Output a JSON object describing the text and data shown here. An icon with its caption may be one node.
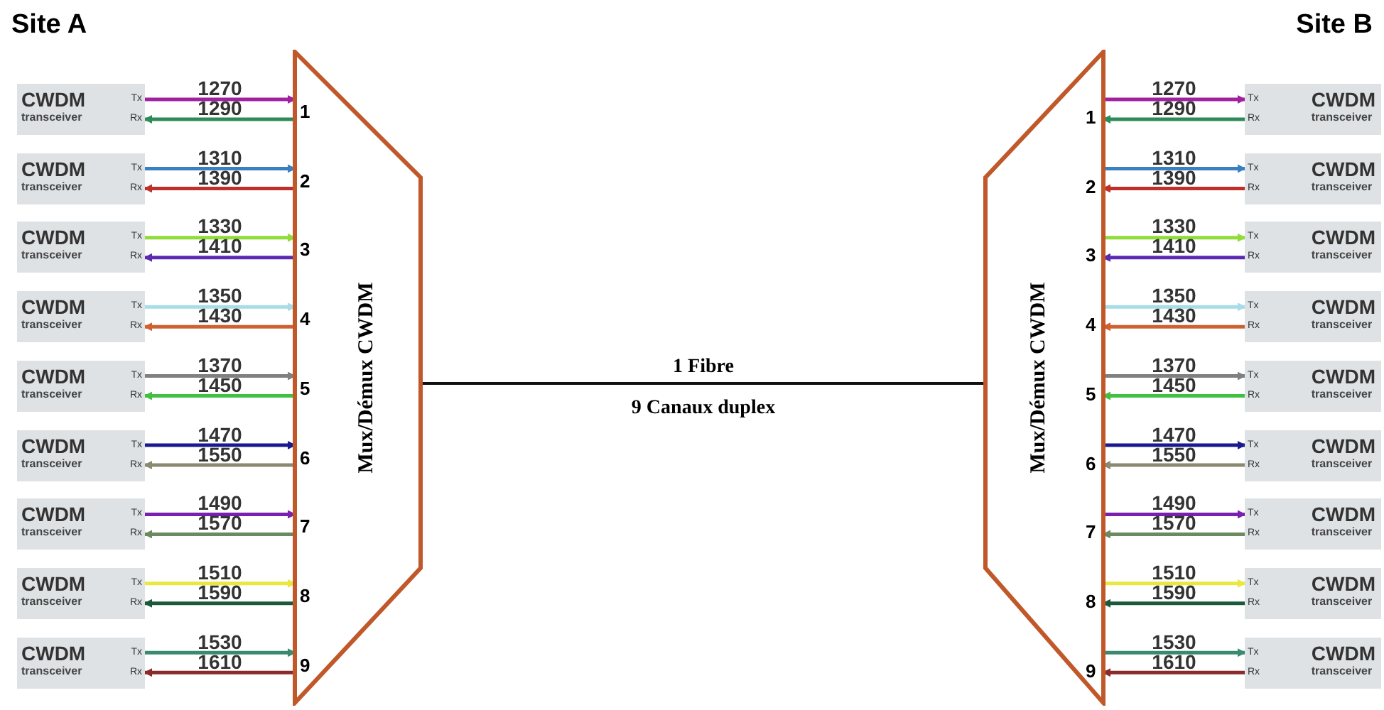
{
  "diagram": {
    "nodes": [
      {
        "text": [
          "CWDM",
          "transceiver",
          "Tx",
          "Rx"
        ]
      },
      {
        "text": [
          "CWDM",
          "transceiver",
          "Tx",
          "Rx"
        ]
      },
      {
        "text": [
          "CWDM",
          "transceiver",
          "Tx",
          "Rx"
        ]
      },
      {
        "text": [
          "CWDM",
          "transceiver",
          "Tx",
          "Rx"
        ]
      },
      {
        "text": [
          "CWDM",
          "transceiver",
          "Tx",
          "Rx"
        ]
      },
      {
        "text": [
          "CWDM",
          "transceiver",
          "Tx",
          "Rx"
        ]
      },
      {
        "text": [
          "CWDM",
          "transceiver",
          "Tx",
          "Rx"
        ]
      },
      {
        "text": [
          "CWDM",
          "transceiver",
          "Tx",
          "Rx"
        ]
      },
      {
        "text": [
          "CWDM",
          "transceiver",
          "Tx",
          "Rx"
        ]
      },
      {
        "text": [
          "Mux/Démux CWDM"
        ]
      },
      {
        "text": [
          "Mux/Démux CWDM"
        ]
      },
      {
        "text": [
          "CWDM",
          "transceiver",
          "Tx",
          "Rx"
        ]
      },
      {
        "text": [
          "CWDM",
          "transceiver",
          "Tx",
          "Rx"
        ]
      },
      {
        "text": [
          "CWDM",
          "transceiver",
          "Tx",
          "Rx"
        ]
      },
      {
        "text": [
          "CWDM",
          "transceiver",
          "Tx",
          "Rx"
        ]
      },
      {
        "text": [
          "CWDM",
          "transceiver",
          "Tx",
          "Rx"
        ]
      },
      {
        "text": [
          "CWDM",
          "transceiver",
          "Tx",
          "Rx"
        ]
      },
      {
        "text": [
          "CWDM",
          "transceiver",
          "Tx",
          "Rx"
        ]
      },
      {
        "text": [
          "CWDM",
          "transceiver",
          "Tx",
          "Rx"
        ]
      },
      {
        "text": [
          "CWDM",
          "transceiver",
          "Tx",
          "Rx"
        ]
      }
    ],
    "edges": [
      {
        "from": 0,
        "to": 9,
        "arrow": "to",
        "label": "1270",
        "color": "#a020a0"
      },
      {
        "from": 9,
        "to": 0,
        "arrow": "to",
        "label": "1290",
        "color": "#2e8b57"
      },
      {
        "from": 1,
        "to": 9,
        "arrow": "to",
        "label": "1310",
        "color": "#3a7fc0"
      },
      {
        "from": 9,
        "to": 1,
        "arrow": "to",
        "label": "1390",
        "color": "#c0302a"
      },
      {
        "from": 2,
        "to": 9,
        "arrow": "to",
        "label": "1330",
        "color": "#8fdc3a"
      },
      {
        "from": 9,
        "to": 2,
        "arrow": "to",
        "label": "1410",
        "color": "#5a2ab0"
      },
      {
        "from": 3,
        "to": 9,
        "arrow": "to",
        "label": "1350",
        "color": "#a8dce8"
      },
      {
        "from": 9,
        "to": 3,
        "arrow": "to",
        "label": "1430",
        "color": "#d06030"
      },
      {
        "from": 4,
        "to": 9,
        "arrow": "to",
        "label": "1370",
        "color": "#808080"
      },
      {
        "from": 9,
        "to": 4,
        "arrow": "to",
        "label": "1450",
        "color": "#40c040"
      },
      {
        "from": 5,
        "to": 9,
        "arrow": "to",
        "label": "1470",
        "color": "#1a1a90"
      },
      {
        "from": 9,
        "to": 5,
        "arrow": "to",
        "label": "1550",
        "color": "#8a8a70"
      },
      {
        "from": 6,
        "to": 9,
        "arrow": "to",
        "label": "1490",
        "color": "#7a20b0"
      },
      {
        "from": 9,
        "to": 6,
        "arrow": "to",
        "label": "1570",
        "color": "#6a8a60"
      },
      {
        "from": 7,
        "to": 9,
        "arrow": "to",
        "label": "1510",
        "color": "#e8e840"
      },
      {
        "from": 9,
        "to": 7,
        "arrow": "to",
        "label": "1590",
        "color": "#1a5a3a"
      },
      {
        "from": 8,
        "to": 9,
        "arrow": "to",
        "label": "1530",
        "color": "#3a8a70"
      },
      {
        "from": 9,
        "to": 8,
        "arrow": "to",
        "label": "1610",
        "color": "#8a2a2a"
      },
      {
        "from": 10,
        "to": 11,
        "arrow": "to",
        "label": "1270",
        "color": "#a020a0"
      },
      {
        "from": 11,
        "to": 10,
        "arrow": "to",
        "label": "1290",
        "color": "#2e8b57"
      },
      {
        "from": 10,
        "to": 12,
        "arrow": "to",
        "label": "1310",
        "color": "#3a7fc0"
      },
      {
        "from": 12,
        "to": 10,
        "arrow": "to",
        "label": "1390",
        "color": "#c0302a"
      },
      {
        "from": 10,
        "to": 13,
        "arrow": "to",
        "label": "1330",
        "color": "#8fdc3a"
      },
      {
        "from": 13,
        "to": 10,
        "arrow": "to",
        "label": "1410",
        "color": "#5a2ab0"
      },
      {
        "from": 10,
        "to": 14,
        "arrow": "to",
        "label": "1350",
        "color": "#a8dce8"
      },
      {
        "from": 14,
        "to": 10,
        "arrow": "to",
        "label": "1430",
        "color": "#d06030"
      },
      {
        "from": 10,
        "to": 15,
        "arrow": "to",
        "label": "1370",
        "color": "#808080"
      },
      {
        "from": 15,
        "to": 10,
        "arrow": "to",
        "label": "1450",
        "color": "#40c040"
      },
      {
        "from": 10,
        "to": 16,
        "arrow": "to",
        "label": "1470",
        "color": "#1a1a90"
      },
      {
        "from": 16,
        "to": 10,
        "arrow": "to",
        "label": "1550",
        "color": "#8a8a70"
      },
      {
        "from": 10,
        "to": 17,
        "arrow": "to",
        "label": "1490",
        "color": "#7a20b0"
      },
      {
        "from": 17,
        "to": 10,
        "arrow": "to",
        "label": "1570",
        "color": "#6a8a60"
      },
      {
        "from": 10,
        "to": 18,
        "arrow": "to",
        "label": "1510",
        "color": "#e8e840"
      },
      {
        "from": 18,
        "to": 10,
        "arrow": "to",
        "label": "1590",
        "color": "#1a5a3a"
      },
      {
        "from": 10,
        "to": 19,
        "arrow": "to",
        "label": "1530",
        "color": "#3a8a70"
      },
      {
        "from": 19,
        "to": 10,
        "arrow": "to",
        "label": "1610",
        "color": "#8a2a2a"
      },
      {
        "from": 9,
        "to": 10,
        "arrow": "none",
        "label": "1 Fibre",
        "color": "#111111"
      }
    ],
    "labels": [
      "Site A",
      "Site B",
      "1",
      "2",
      "3",
      "4",
      "5",
      "6",
      "7",
      "8",
      "9",
      "1",
      "2",
      "3",
      "4",
      "5",
      "6",
      "7",
      "8",
      "9",
      "9 Canaux duplex"
    ]
  }
}
